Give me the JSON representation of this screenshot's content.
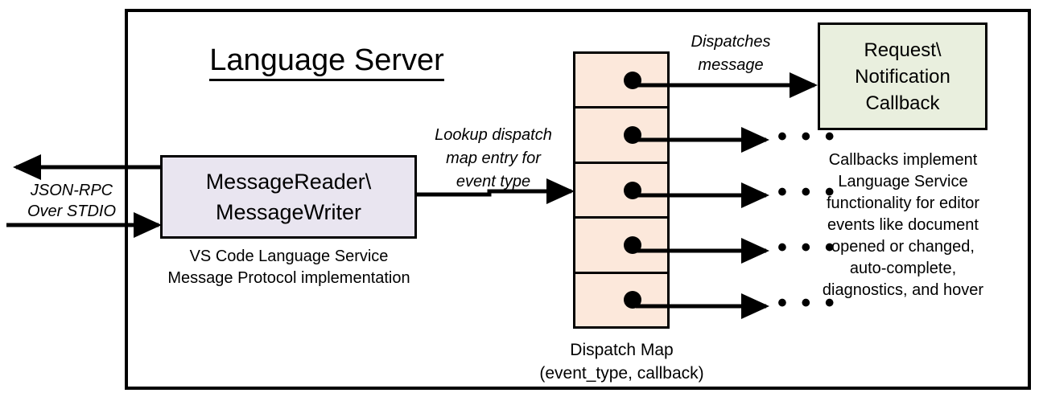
{
  "diagram": {
    "title": "Language Server",
    "external_label": "JSON-RPC\nOver STDIO",
    "external_label_line1": "JSON-RPC",
    "external_label_line2": "Over STDIO",
    "message_box": {
      "line1": "MessageReader\\",
      "line2": "MessageWriter",
      "caption_line1": "VS Code Language Service",
      "caption_line2": "Message Protocol implementation",
      "fill": "#e9e5f0"
    },
    "lookup_label": {
      "line1": "Lookup dispatch",
      "line2": "map entry for",
      "line3": "event type"
    },
    "dispatch_map": {
      "fill": "#fce8db",
      "rows": [
        {
          "dot": "callback-dot"
        },
        {
          "dot": "callback-dot"
        },
        {
          "dot": "callback-dot"
        },
        {
          "dot": "callback-dot"
        },
        {
          "dot": "callback-dot"
        }
      ],
      "caption_line1": "Dispatch Map",
      "caption_line2": "(event_type, callback)"
    },
    "dispatches_label": {
      "line1": "Dispatches",
      "line2": "message"
    },
    "callback_box": {
      "line1": "Request\\",
      "line2": "Notification",
      "line3": "Callback",
      "fill": "#e9efde",
      "caption_line1": "Callbacks implement",
      "caption_line2": "Language Service",
      "caption_line3": "functionality for editor",
      "caption_line4": "events like document",
      "caption_line5": "opened or changed,",
      "caption_line6": "auto-complete,",
      "caption_line7": "diagnostics, and hover"
    },
    "ellipsis": "• • •",
    "stroke_color": "#000000",
    "background": "#ffffff"
  }
}
